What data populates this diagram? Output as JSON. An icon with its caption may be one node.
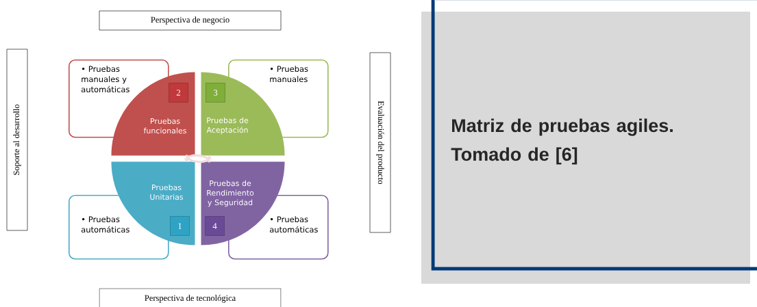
{
  "diagram": {
    "caption": "Matriz de pruebas agiles. Tomado de [6]",
    "nodes": [
      {
        "text": [
          "Perspectiva de negocio"
        ]
      },
      {
        "text": [
          "Soporte al desarrollo"
        ]
      },
      {
        "text": [
          "Evaluación del producto"
        ]
      },
      {
        "text": [
          "Perspectiva de tecnológica"
        ]
      },
      {
        "text": [
          "• Pruebas manuales y automáticas"
        ]
      },
      {
        "text": [
          "• Pruebas manuales"
        ]
      },
      {
        "text": [
          "• Pruebas automáticas"
        ]
      },
      {
        "text": [
          "• Pruebas automáticas"
        ]
      },
      {
        "text": [
          "Pruebas funcionales"
        ]
      },
      {
        "text": [
          "Pruebas de Aceptación"
        ]
      },
      {
        "text": [
          "Pruebas Unitarias"
        ]
      },
      {
        "text": [
          "Pruebas de Rendimiento y Seguridad"
        ]
      },
      {
        "text": [
          "2"
        ],
        "in": 8
      },
      {
        "text": [
          "3"
        ],
        "in": 9
      },
      {
        "text": [
          "1"
        ],
        "in": 10
      },
      {
        "text": [
          "4"
        ],
        "in": 11
      }
    ],
    "edges": [
      {
        "from": 8,
        "to": 9,
        "arrow": "to"
      },
      {
        "from": 11,
        "to": 10,
        "arrow": "to"
      }
    ]
  }
}
